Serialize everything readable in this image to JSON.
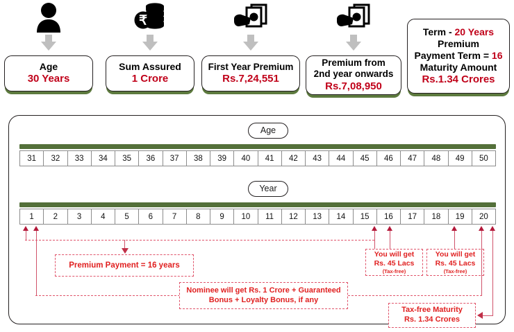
{
  "top_cards": [
    {
      "icon": "person-icon",
      "line1": "Age",
      "line2": "30 Years"
    },
    {
      "icon": "rupee-coins-icon",
      "line1": "Sum Assured",
      "line2": "1 Crore"
    },
    {
      "icon": "cash-in-hand-icon",
      "line1": "First Year Premium",
      "line2": "Rs.7,24,551"
    },
    {
      "icon": "cash-in-hand-icon",
      "line1": "Premium from",
      "line1b": "2nd year onwards",
      "line2": "Rs.7,08,950"
    }
  ],
  "summary_card": {
    "term_label": "Term  -",
    "term_value": "20 Years",
    "premium_label": "Premium",
    "ppt_label": "Payment Term =",
    "ppt_value": "16",
    "maturity_label": "Maturity Amount",
    "maturity_value": "Rs.1.34 Crores"
  },
  "timeline": {
    "age_pill": "Age",
    "year_pill": "Year",
    "ages": [
      "31",
      "32",
      "33",
      "34",
      "35",
      "36",
      "37",
      "38",
      "39",
      "40",
      "41",
      "42",
      "43",
      "44",
      "45",
      "46",
      "47",
      "48",
      "49",
      "50"
    ],
    "years": [
      "1",
      "2",
      "3",
      "4",
      "5",
      "6",
      "7",
      "8",
      "9",
      "10",
      "11",
      "12",
      "13",
      "14",
      "15",
      "16",
      "17",
      "18",
      "19",
      "20"
    ]
  },
  "callouts": {
    "premium_payment": "Premium Payment = 16 years",
    "payout_16": {
      "line1": "You will get",
      "line2": "Rs. 45 Lacs",
      "sub": "(Tax-free)"
    },
    "payout_18": {
      "line1": "You will get",
      "line2": "Rs. 45 Lacs",
      "sub": "(Tax-free)"
    },
    "nominee": {
      "line1": "Nominee will get Rs. 1 Crore + Guaranteed",
      "line2": "Bonus + Loyalty Bonus, if any"
    },
    "maturity": {
      "line1": "Tax-free Maturity",
      "line2": "Rs. 1.34 Crores"
    }
  },
  "colors": {
    "accent_red": "#c00019",
    "callout_red": "#e02020",
    "green": "#54703a",
    "grey_arrow": "#bfbfbf"
  }
}
